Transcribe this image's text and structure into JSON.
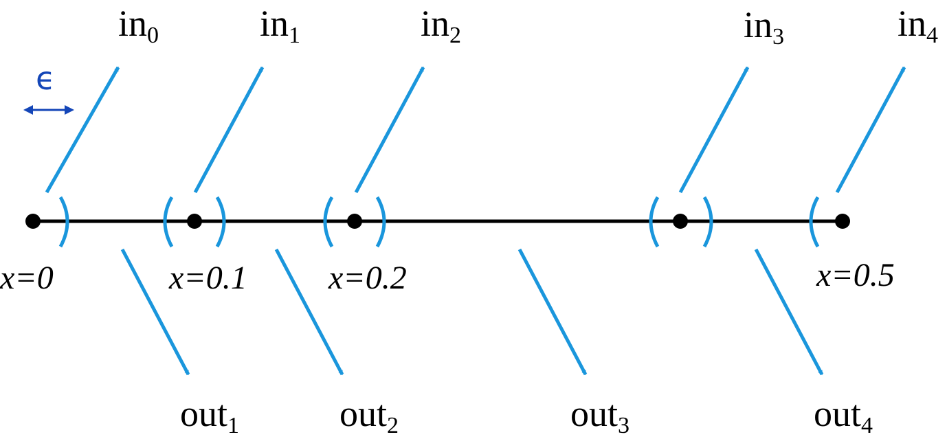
{
  "diagram": {
    "colors": {
      "line": "#000000",
      "arrow": "#1a96dc",
      "bracket": "#1a96dc",
      "epsilon": "#1446b8"
    },
    "epsilon": {
      "symbol": "ϵ"
    },
    "inputs": [
      {
        "base": "in",
        "sub": "0"
      },
      {
        "base": "in",
        "sub": "1"
      },
      {
        "base": "in",
        "sub": "2"
      },
      {
        "base": "in",
        "sub": "3"
      },
      {
        "base": "in",
        "sub": "4"
      }
    ],
    "outputs": [
      {
        "base": "out",
        "sub": "1"
      },
      {
        "base": "out",
        "sub": "2"
      },
      {
        "base": "out",
        "sub": "3"
      },
      {
        "base": "out",
        "sub": "4"
      }
    ],
    "points": [
      {
        "label": "x=0"
      },
      {
        "label": "x=0.1"
      },
      {
        "label": "x=0.2"
      },
      {
        "label": ""
      },
      {
        "label": "x=0.5"
      }
    ]
  }
}
